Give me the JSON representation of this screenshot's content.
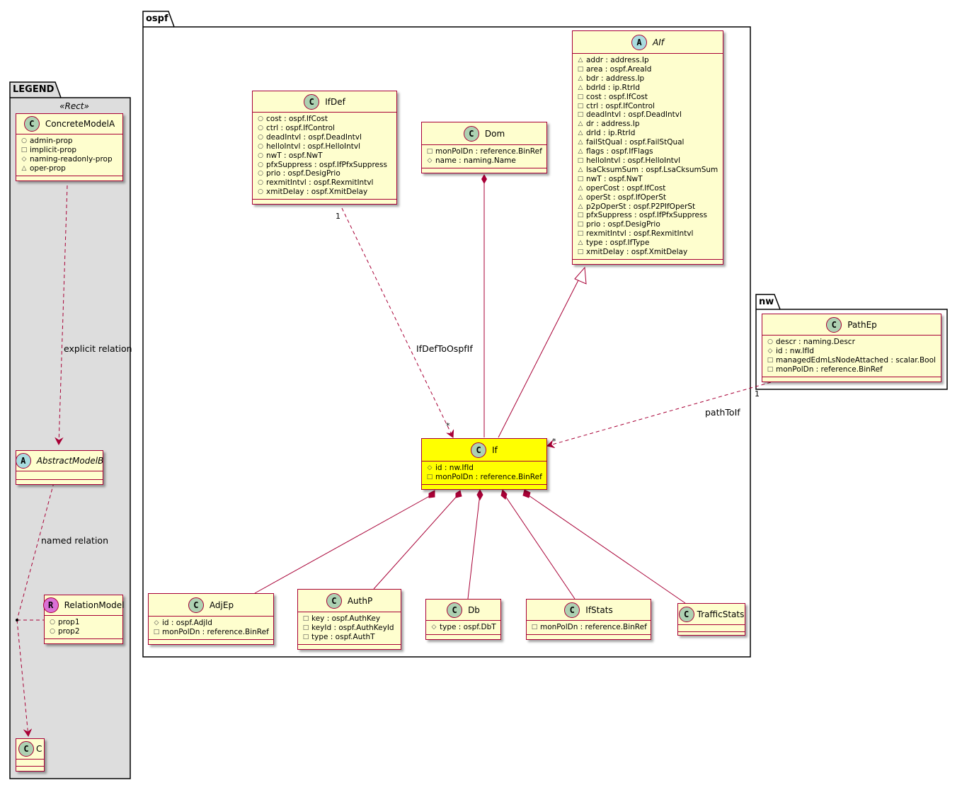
{
  "packages": {
    "legend": "LEGEND",
    "ospf": "ospf",
    "nw": "nw"
  },
  "legend": {
    "stereotype": "«Rect»",
    "concrete": {
      "name": "ConcreteModelA",
      "attrs": [
        {
          "vis": "+",
          "text": "admin-prop"
        },
        {
          "vis": "-",
          "text": "implicit-prop"
        },
        {
          "vis": "#",
          "text": "naming-readonly-prop"
        },
        {
          "vis": "~",
          "text": "oper-prop"
        }
      ]
    },
    "abstract": {
      "name": "AbstractModelB"
    },
    "relation_model": {
      "name": "RelationModel",
      "attrs": [
        {
          "vis": "+",
          "text": "prop1"
        },
        {
          "vis": "+",
          "text": "prop2"
        }
      ]
    },
    "c": {
      "name": "C"
    },
    "explicit_relation": "explicit relation",
    "named_relation": "named relation"
  },
  "classes": {
    "ifdef": {
      "name": "IfDef",
      "attrs": [
        {
          "vis": "+",
          "text": "cost : ospf.IfCost"
        },
        {
          "vis": "+",
          "text": "ctrl : ospf.IfControl"
        },
        {
          "vis": "+",
          "text": "deadIntvl : ospf.DeadIntvl"
        },
        {
          "vis": "+",
          "text": "helloIntvl : ospf.HelloIntvl"
        },
        {
          "vis": "+",
          "text": "nwT : ospf.NwT"
        },
        {
          "vis": "+",
          "text": "pfxSuppress : ospf.IfPfxSuppress"
        },
        {
          "vis": "+",
          "text": "prio : ospf.DesigPrio"
        },
        {
          "vis": "+",
          "text": "rexmitIntvl : ospf.RexmitIntvl"
        },
        {
          "vis": "+",
          "text": "xmitDelay : ospf.XmitDelay"
        }
      ]
    },
    "dom": {
      "name": "Dom",
      "attrs": [
        {
          "vis": "-",
          "text": "monPolDn : reference.BinRef"
        },
        {
          "vis": "#",
          "text": "name : naming.Name"
        }
      ]
    },
    "aif": {
      "name": "AIf",
      "attrs": [
        {
          "vis": "~",
          "text": "addr : address.Ip"
        },
        {
          "vis": "-",
          "text": "area : ospf.AreaId"
        },
        {
          "vis": "~",
          "text": "bdr : address.Ip"
        },
        {
          "vis": "~",
          "text": "bdrId : ip.RtrId"
        },
        {
          "vis": "-",
          "text": "cost : ospf.IfCost"
        },
        {
          "vis": "-",
          "text": "ctrl : ospf.IfControl"
        },
        {
          "vis": "-",
          "text": "deadIntvl : ospf.DeadIntvl"
        },
        {
          "vis": "~",
          "text": "dr : address.Ip"
        },
        {
          "vis": "~",
          "text": "drId : ip.RtrId"
        },
        {
          "vis": "~",
          "text": "failStQual : ospf.FailStQual"
        },
        {
          "vis": "~",
          "text": "flags : ospf.IfFlags"
        },
        {
          "vis": "-",
          "text": "helloIntvl : ospf.HelloIntvl"
        },
        {
          "vis": "~",
          "text": "lsaCksumSum : ospf.LsaCksumSum"
        },
        {
          "vis": "-",
          "text": "nwT : ospf.NwT"
        },
        {
          "vis": "~",
          "text": "operCost : ospf.IfCost"
        },
        {
          "vis": "~",
          "text": "operSt : ospf.IfOperSt"
        },
        {
          "vis": "~",
          "text": "p2pOperSt : ospf.P2PIfOperSt"
        },
        {
          "vis": "-",
          "text": "pfxSuppress : ospf.IfPfxSuppress"
        },
        {
          "vis": "-",
          "text": "prio : ospf.DesigPrio"
        },
        {
          "vis": "-",
          "text": "rexmitIntvl : ospf.RexmitIntvl"
        },
        {
          "vis": "~",
          "text": "type : ospf.IfType"
        },
        {
          "vis": "-",
          "text": "xmitDelay : ospf.XmitDelay"
        }
      ]
    },
    "if": {
      "name": "If",
      "attrs": [
        {
          "vis": "#",
          "text": "id : nw.IfId"
        },
        {
          "vis": "-",
          "text": "monPolDn : reference.BinRef"
        }
      ]
    },
    "pathep": {
      "name": "PathEp",
      "attrs": [
        {
          "vis": "+",
          "text": "descr : naming.Descr"
        },
        {
          "vis": "#",
          "text": "id : nw.IfId"
        },
        {
          "vis": "-",
          "text": "managedEdmLsNodeAttached : scalar.Bool"
        },
        {
          "vis": "-",
          "text": "monPolDn : reference.BinRef"
        }
      ]
    },
    "adjep": {
      "name": "AdjEp",
      "attrs": [
        {
          "vis": "#",
          "text": "id : ospf.AdjId"
        },
        {
          "vis": "-",
          "text": "monPolDn : reference.BinRef"
        }
      ]
    },
    "authp": {
      "name": "AuthP",
      "attrs": [
        {
          "vis": "-",
          "text": "key : ospf.AuthKey"
        },
        {
          "vis": "-",
          "text": "keyId : ospf.AuthKeyId"
        },
        {
          "vis": "-",
          "text": "type : ospf.AuthT"
        }
      ]
    },
    "db": {
      "name": "Db",
      "attrs": [
        {
          "vis": "#",
          "text": "type : ospf.DbT"
        }
      ]
    },
    "ifstats": {
      "name": "IfStats",
      "attrs": [
        {
          "vis": "-",
          "text": "monPolDn : reference.BinRef"
        }
      ]
    },
    "trafficstats": {
      "name": "TrafficStats"
    }
  },
  "relations": {
    "ifdef_to_if": {
      "label": "IfDefToOspfIf",
      "from_mult": "1",
      "to_mult": "*"
    },
    "path_to_if": {
      "label": "pathToIf",
      "from_mult": "1",
      "to_mult": "*"
    }
  },
  "colors": {
    "border": "#A80036",
    "class_bg": "#FEFECE",
    "highlight_bg": "#FFFF00",
    "legend_bg": "#DDDDDD",
    "class_icon": "#ADD1B2",
    "abstract_icon": "#A9DCDF",
    "relation_icon": "#DA70D6"
  }
}
